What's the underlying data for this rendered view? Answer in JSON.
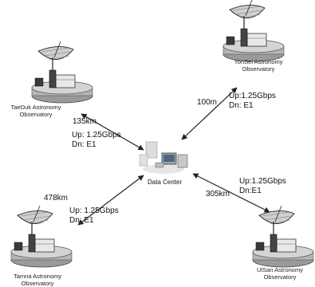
{
  "center": {
    "label": "Data Center"
  },
  "sites": {
    "tasduk": {
      "name_line1": "TaeDuk Astronomy",
      "name_line2": "Observatory"
    },
    "yonsei": {
      "name_line1": "YonSei Astronomy",
      "name_line2": "Observatory"
    },
    "tamna": {
      "name_line1": "Tamna Astronomy",
      "name_line2": "Observatory"
    },
    "ulsan": {
      "name_line1": "UlSan Astronomy",
      "name_line2": "Observatory"
    }
  },
  "links": {
    "tasduk": {
      "distance": "135km",
      "up": "Up: 1.25Gbps",
      "dn": "Dn: E1"
    },
    "yonsei": {
      "distance": "100m",
      "up": "Up:1.25Gbps",
      "dn": "Dn: E1"
    },
    "tamna": {
      "distance": "478km",
      "up": "Up: 1.25Gbps",
      "dn": "Dn: E1"
    },
    "ulsan": {
      "distance": "305km",
      "up": "Up:1.25Gbps",
      "dn": "Dn:E1"
    }
  },
  "icons": {
    "site": "radio-telescope-icon",
    "center": "server-computer-icon"
  }
}
